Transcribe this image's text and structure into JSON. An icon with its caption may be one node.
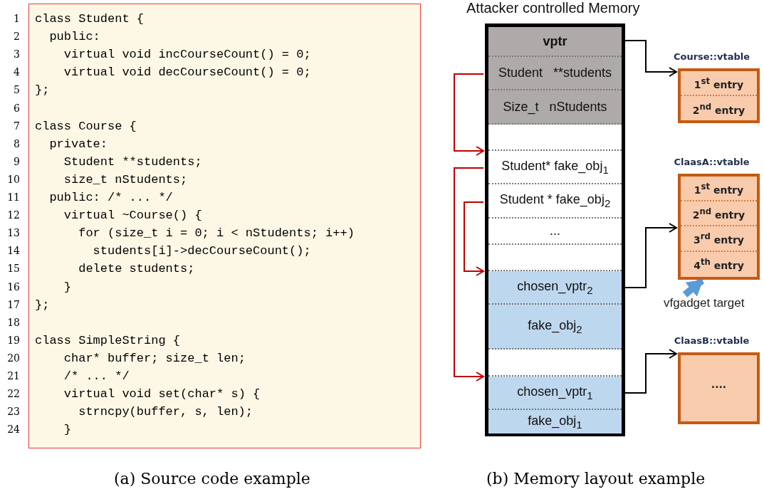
{
  "diagram": {
    "nodes": [
      {
        "text": [
          "class Student {",
          "public:",
          "virtual void incCourseCount() = 0;",
          "virtual void decCourseCount() = 0;",
          "};",
          "class Course {",
          "private:",
          "Student **students;",
          "size_t nStudents;",
          "public: /* ... */",
          "virtual ~Course() {",
          "for (size_t i = 0; i < nStudents; i++)",
          "students[i]->decCourseCount();",
          "delete students;",
          "}",
          "};",
          "class SimpleString {",
          "char* buffer; size_t len;",
          "/* ... */",
          "virtual void set(char* s) {",
          "strncpy(buffer, s, len);",
          "}"
        ],
        "beside": [
          "1",
          "2",
          "3",
          "4",
          "5",
          "6",
          "7",
          "8",
          "9",
          "10",
          "11",
          "12",
          "13",
          "14",
          "15",
          "16",
          "17",
          "18",
          "19",
          "20",
          "21",
          "22",
          "23",
          "24"
        ]
      },
      {
        "text": [
          "Attacker controlled Memory"
        ]
      },
      {
        "text": [
          "vptr"
        ],
        "in": 1
      },
      {
        "text": [
          "Student   **students"
        ],
        "in": 1
      },
      {
        "text": [
          "Size_t   nStudents"
        ],
        "in": 1
      },
      {
        "text": [],
        "shape": "box",
        "in": 1
      },
      {
        "text": [
          "Student* fake_obj$_{1}$"
        ],
        "in": 1
      },
      {
        "text": [
          "Student * fake_obj$_{2}$"
        ],
        "in": 1
      },
      {
        "text": [
          "..."
        ],
        "in": 1
      },
      {
        "text": [],
        "shape": "box",
        "in": 1
      },
      {
        "text": [
          "chosen_vptr$_{2}$"
        ],
        "in": 1
      },
      {
        "text": [
          "fake_obj$_{2}$"
        ],
        "in": 1
      },
      {
        "text": [],
        "shape": "box",
        "in": 1
      },
      {
        "text": [
          "chosen_vptr$_{1}$"
        ],
        "in": 1
      },
      {
        "text": [
          "fake_obj$_{1}$"
        ],
        "in": 1
      },
      {
        "text": [
          "Course::vtable"
        ]
      },
      {
        "text": [
          "1$^{st}$ entry"
        ],
        "in": 15
      },
      {
        "text": [
          "2$^{nd}$ entry"
        ],
        "in": 15
      },
      {
        "text": [
          "ClaasA::vtable"
        ]
      },
      {
        "text": [
          "1$^{st}$ entry"
        ],
        "in": 18
      },
      {
        "text": [
          "2$^{nd}$ entry"
        ],
        "in": 18
      },
      {
        "text": [
          "3$^{rd}$ entry"
        ],
        "in": 18
      },
      {
        "text": [
          "4$^{th}$ entry"
        ],
        "in": 18
      },
      {
        "text": [
          "ClaasB::vtable",
          "...."
        ]
      },
      {
        "text": [
          "vfgadget target"
        ]
      }
    ],
    "edges": [
      {
        "from": 2,
        "to": 15,
        "arrow": "to"
      },
      {
        "from": 3,
        "to": 6,
        "arrow": "to",
        "color": "#c00000"
      },
      {
        "from": 6,
        "to": 13,
        "arrow": "to",
        "color": "#c00000"
      },
      {
        "from": 7,
        "to": 10,
        "arrow": "to",
        "color": "#c00000"
      },
      {
        "from": 10,
        "to": 21,
        "arrow": "to"
      },
      {
        "from": 13,
        "to": 23,
        "arrow": "to"
      },
      {
        "from": 24,
        "to": 22,
        "arrow": "to",
        "style": "thick",
        "color": "#5b9bd5"
      }
    ],
    "labels": [
      "(a) Source code example",
      "(b) Memory layout example"
    ]
  }
}
